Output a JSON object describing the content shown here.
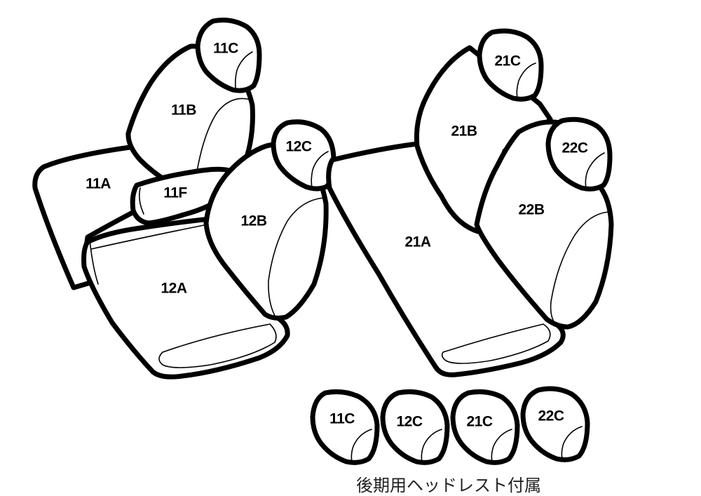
{
  "labels": {
    "p11C": "11C",
    "p11B": "11B",
    "p11A": "11A",
    "p11F": "11F",
    "p12C": "12C",
    "p12B": "12B",
    "p12A": "12A",
    "p21C": "21C",
    "p21B": "21B",
    "p21A": "21A",
    "p22C": "22C",
    "p22B": "22B"
  },
  "spare_headrests": [
    "11C",
    "12C",
    "21C",
    "22C"
  ],
  "caption": "後期用ヘッドレスト付属",
  "colors": {
    "line": "#000000",
    "fill": "#ffffff",
    "caption": "#222222"
  }
}
